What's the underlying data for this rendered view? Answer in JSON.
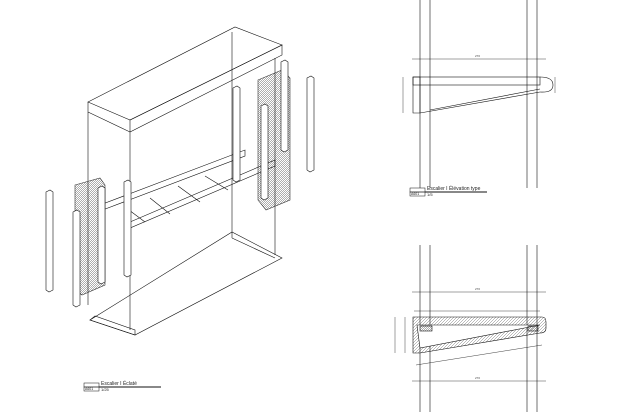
{
  "drawings": [
    {
      "title": "Escalier I Éclaté",
      "code": "A601",
      "scale": "1/25"
    },
    {
      "title": "Escalier I Élévation type",
      "code": "A601",
      "scale": "1/5"
    }
  ],
  "dimensions": {
    "elevation_top": "270",
    "elevation_bottom": "270",
    "section_total": "270"
  }
}
